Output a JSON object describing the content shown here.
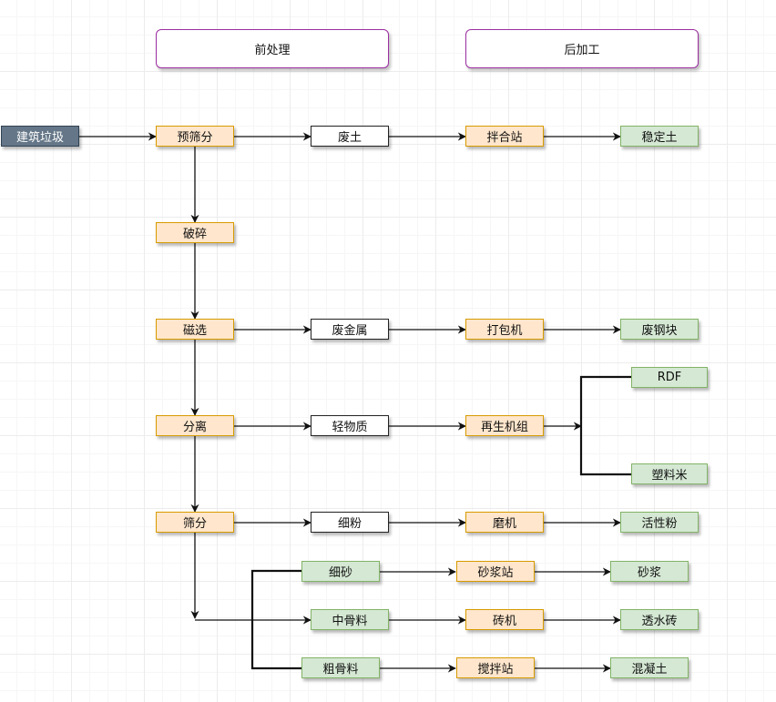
{
  "headers": {
    "pre": "前处理",
    "post": "后加工"
  },
  "nodes": {
    "source": "建筑垃圾",
    "prescreen": "预筛分",
    "crush": "破碎",
    "magnetic": "磁选",
    "separate": "分离",
    "screen": "筛分",
    "waste_soil": "废土",
    "waste_metal": "废金属",
    "light_matter": "轻物质",
    "fine_powder": "细粉",
    "fine_sand": "细砂",
    "medium_aggregate": "中骨料",
    "coarse_aggregate": "粗骨料",
    "mixing_station": "拌合站",
    "baler": "打包机",
    "recycling_unit": "再生机组",
    "grinder": "磨机",
    "mortar_station": "砂浆站",
    "brick_machine": "砖机",
    "concrete_mixer": "搅拌站",
    "stabilized_soil": "稳定土",
    "scrap_steel_block": "废钢块",
    "rdf": "RDF",
    "plastic_pellets": "塑料米",
    "active_powder": "活性粉",
    "mortar": "砂浆",
    "permeable_brick": "透水砖",
    "concrete": "混凝土"
  },
  "colors": {
    "process_fill": "#ffe6cc",
    "process_border": "#d79b00",
    "output_fill": "#d5e8d4",
    "output_border": "#82b366",
    "source_fill": "#647687",
    "header_border": "#9c2ea0"
  }
}
